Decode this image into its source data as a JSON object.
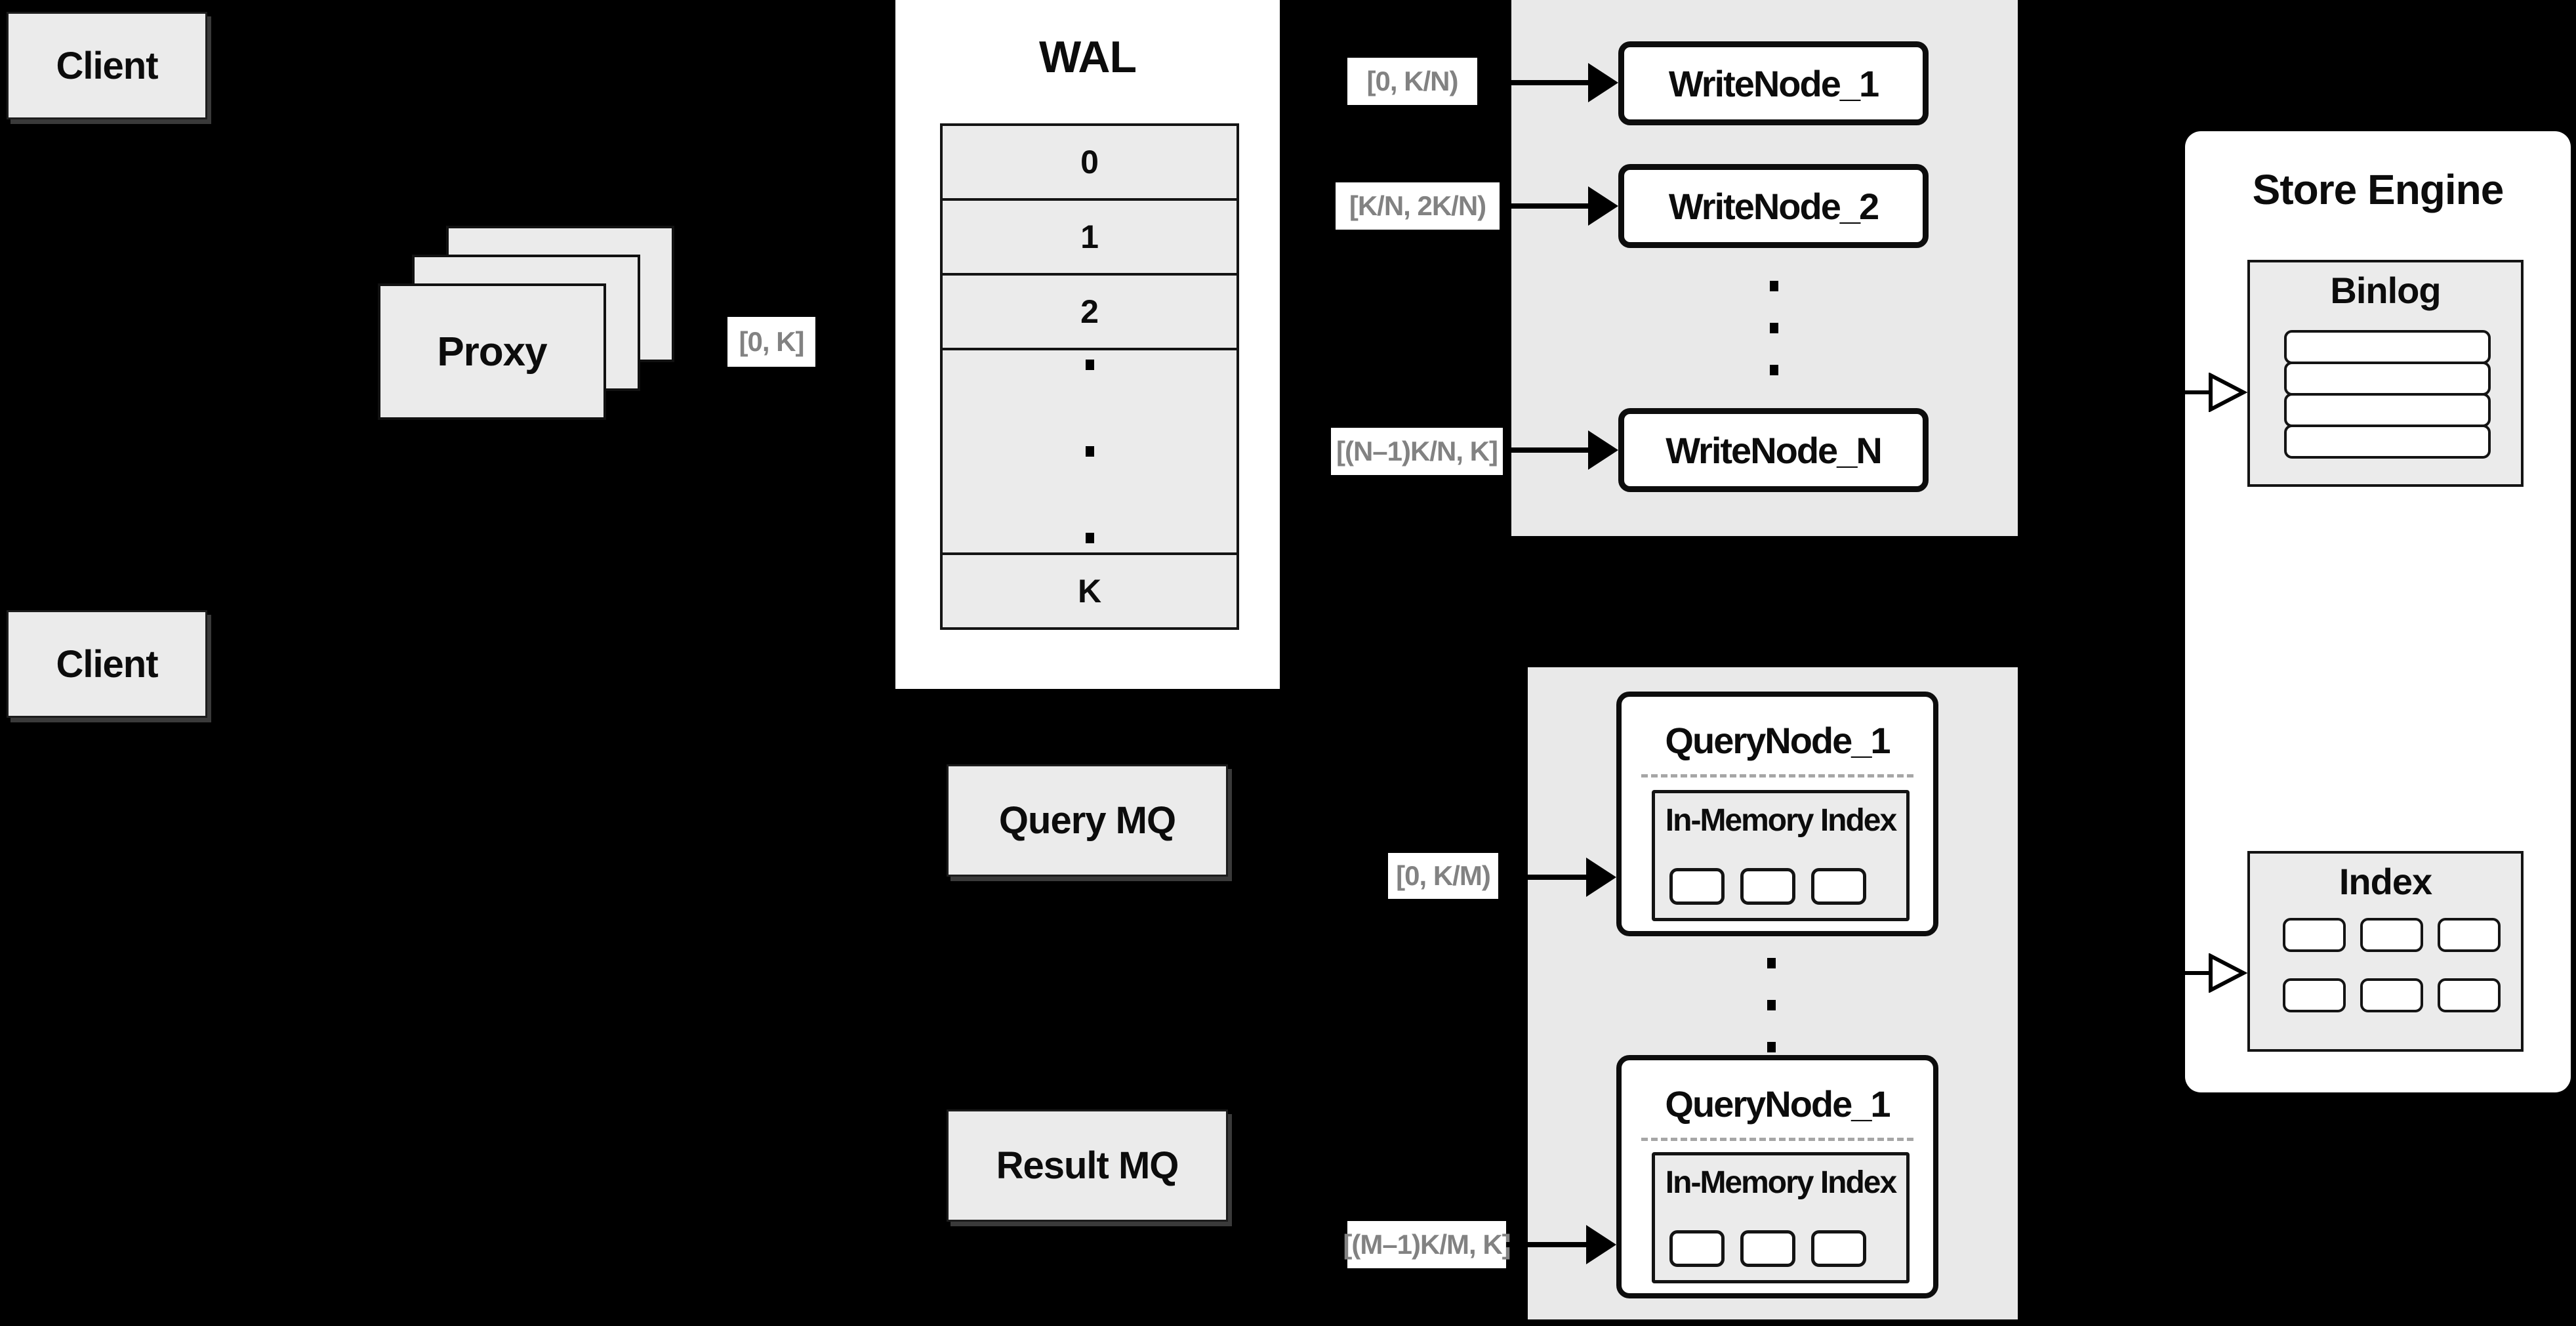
{
  "colors": {
    "background": "#000000",
    "panel_fill": "#ebebeb",
    "container_fill": "#e9e9e9",
    "node_fill": "#ffffff",
    "line_and_text": "#111111",
    "range_label_text": "#828282",
    "dashed_separator": "#a6a6a6"
  },
  "clients": {
    "top": "Client",
    "bottom": "Client"
  },
  "proxy": {
    "label": "Proxy",
    "range_out": "[0, K]"
  },
  "wal": {
    "title": "WAL",
    "rows": [
      "0",
      "1",
      "2"
    ],
    "last_row": "K"
  },
  "write_group": {
    "nodes": [
      "WriteNode_1",
      "WriteNode_2",
      "WriteNode_N"
    ],
    "ranges": [
      "[0,  K/N)",
      "[K/N, 2K/N)",
      "[(N–1)K/N,  K]"
    ]
  },
  "store_engine": {
    "title": "Store Engine",
    "binlog_title": "Binlog",
    "index_title": "Index"
  },
  "mq": {
    "query": "Query MQ",
    "result": "Result MQ"
  },
  "query_group": {
    "nodes": [
      {
        "title": "QueryNode_1",
        "inner_title": "In-Memory Index"
      },
      {
        "title": "QueryNode_1",
        "inner_title": "In-Memory Index"
      }
    ],
    "ranges": [
      "[0, K/M)",
      "[(M–1)K/M, K]"
    ]
  }
}
